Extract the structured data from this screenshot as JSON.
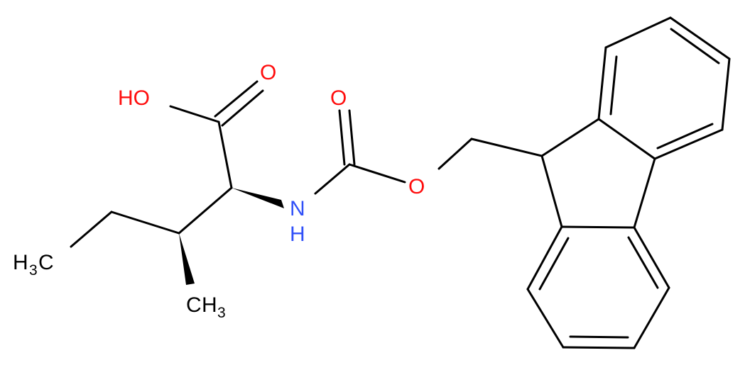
{
  "colors": {
    "background": "#ffffff",
    "bond": "#000000",
    "oxygen": "#ff0d0d",
    "nitrogen": "#3050f8",
    "carbon": "#000000"
  },
  "atoms": {
    "oh": {
      "text": "HO",
      "element": "O"
    },
    "o_acid": {
      "text": "O",
      "element": "O"
    },
    "o_carbonyl": {
      "text": "O",
      "element": "O"
    },
    "o_ester": {
      "text": "O",
      "element": "O"
    },
    "nh_n": {
      "text": "N",
      "element": "N"
    },
    "nh_h": {
      "text": "H",
      "element": "N"
    },
    "ch3_left_h": {
      "text": "H",
      "element": "C"
    },
    "ch3_left_sub": {
      "text": "3",
      "element": "C"
    },
    "ch3_left_c": {
      "text": "C",
      "element": "C"
    },
    "ch3_bottom_c": {
      "text": "C",
      "element": "C"
    },
    "ch3_bottom_h": {
      "text": "H",
      "element": "C"
    },
    "ch3_bottom_sub": {
      "text": "3",
      "element": "C"
    }
  }
}
